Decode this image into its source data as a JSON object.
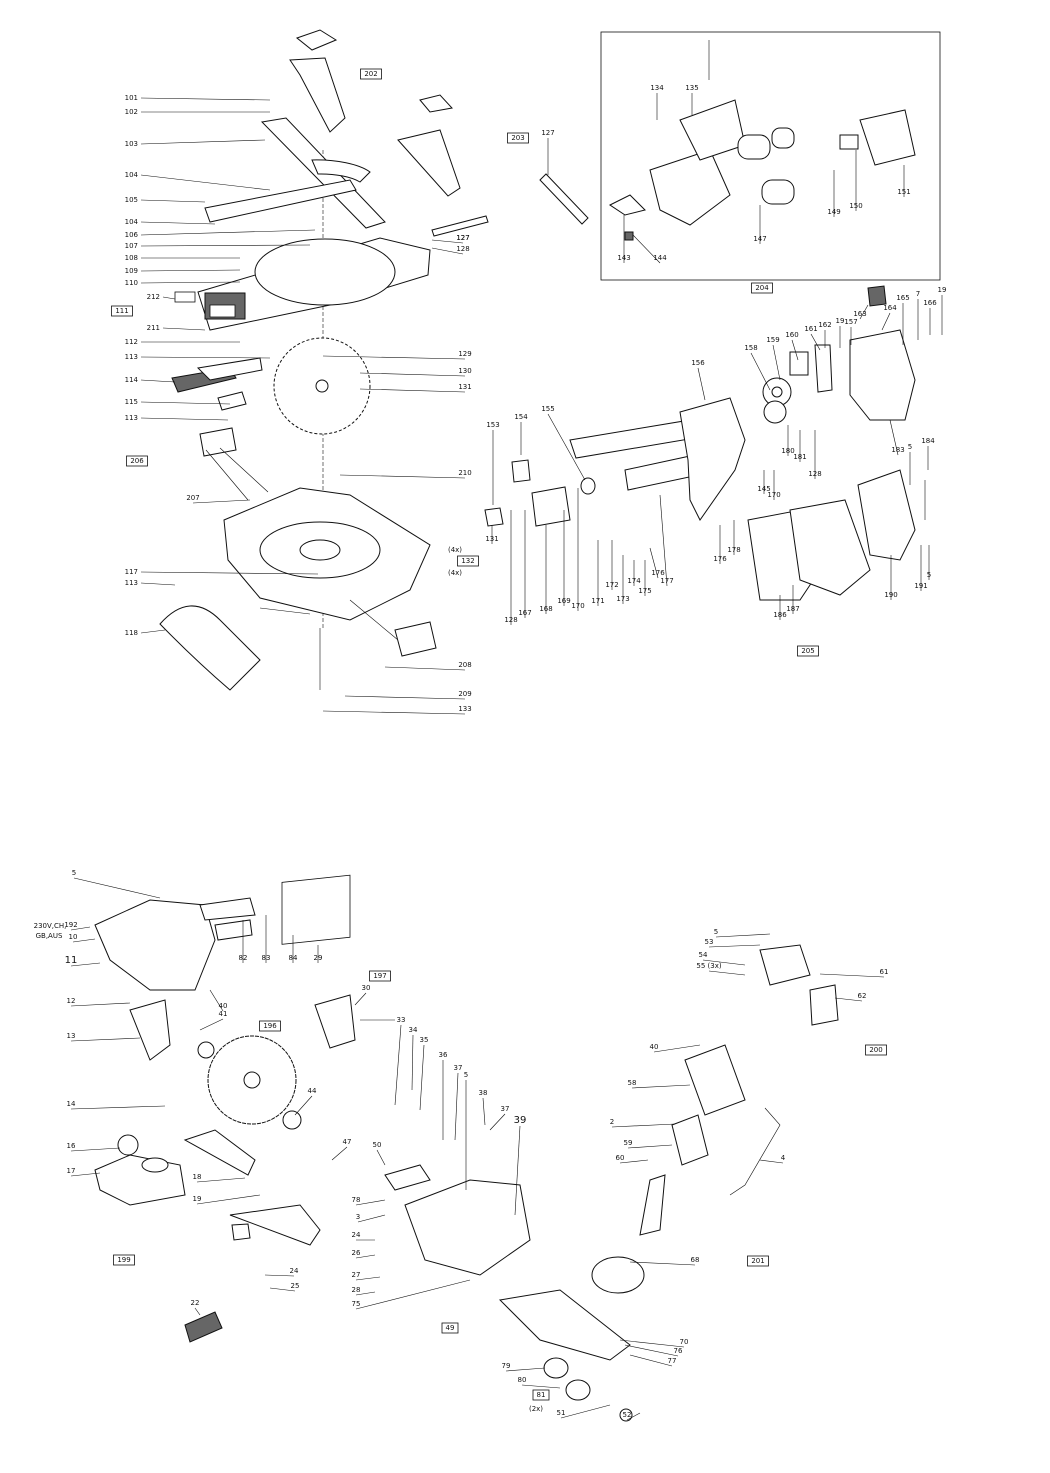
{
  "top_labels": [
    "101",
    "102",
    "103",
    "104",
    "105",
    "104",
    "106",
    "107",
    "108",
    "109",
    "110",
    "212",
    "111",
    "211",
    "112",
    "113",
    "114",
    "115",
    "113",
    "206",
    "207",
    "117",
    "113",
    "118",
    "202",
    "203",
    "127",
    "127",
    "128",
    "129",
    "130",
    "131",
    "210",
    "132",
    "(4x)",
    "(4x)",
    "208",
    "209",
    "133",
    "134",
    "135",
    "143",
    "144",
    "147",
    "149",
    "150",
    "151",
    "204",
    "127",
    "156",
    "154",
    "155",
    "153",
    "131",
    "128",
    "167",
    "168",
    "169",
    "170",
    "171",
    "172",
    "173",
    "174",
    "175",
    "176",
    "177",
    "158",
    "159",
    "160",
    "161",
    "162",
    "19",
    "157",
    "163",
    "164",
    "165",
    "7",
    "166",
    "19",
    "180",
    "181",
    "128",
    "145",
    "170",
    "176",
    "178",
    "186",
    "187",
    "183",
    "5",
    "184",
    "190",
    "191",
    "5",
    "205"
  ],
  "bottom_labels": [
    "5",
    "230V,CH,",
    "GB,AUS",
    "192",
    "10",
    "11",
    "12",
    "13",
    "14",
    "16",
    "17",
    "82",
    "83",
    "84",
    "29",
    "197",
    "30",
    "40",
    "41",
    "196",
    "44",
    "33",
    "34",
    "35",
    "36",
    "37",
    "38",
    "37",
    "39",
    "5",
    "47",
    "50",
    "78",
    "3",
    "24",
    "26",
    "27",
    "28",
    "75",
    "18",
    "19",
    "199",
    "24",
    "25",
    "22",
    "49",
    "5",
    "53",
    "54",
    "55 (3x)",
    "61",
    "62",
    "40",
    "200",
    "58",
    "2",
    "59",
    "60",
    "4",
    "68",
    "201",
    "70",
    "76",
    "77",
    "79",
    "80",
    "81",
    "(2x)",
    "51",
    "52"
  ]
}
